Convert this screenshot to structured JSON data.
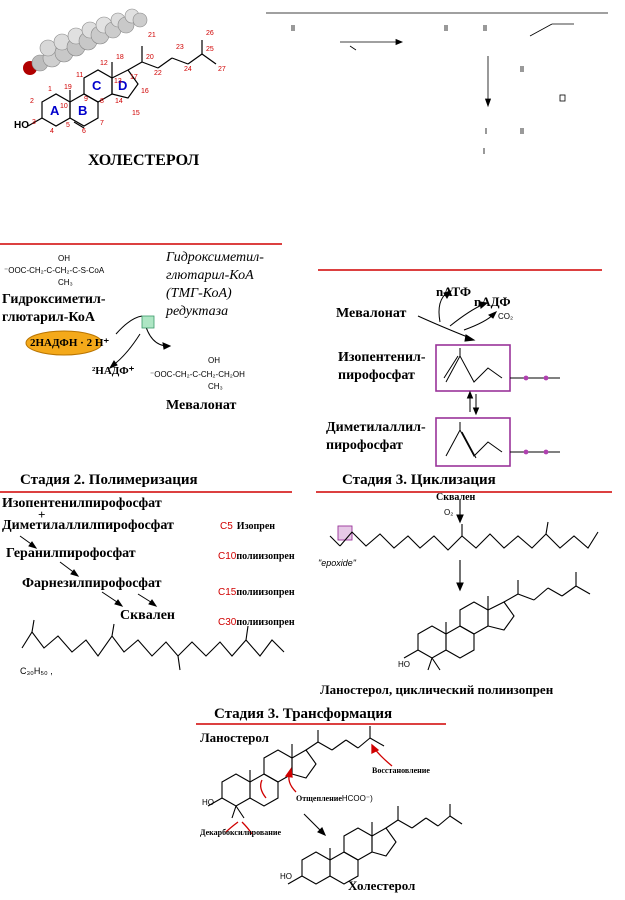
{
  "cholesterol_panel": {
    "name": "ХОЛЕСТЕРОЛ",
    "hydroxyl": "HO",
    "ring_labels": [
      "A",
      "B",
      "C",
      "D"
    ],
    "atom_numbers": [
      "1",
      "2",
      "3",
      "4",
      "5",
      "6",
      "7",
      "8",
      "9",
      "10",
      "11",
      "12",
      "13",
      "14",
      "15",
      "16",
      "17",
      "18",
      "19",
      "20",
      "21",
      "22",
      "23",
      "24",
      "25",
      "26",
      "27"
    ]
  },
  "stage1": {
    "hmg_formula_oh": "OH",
    "hmg_formula": "⁻OOC-CH₂-C-CH₂-C-S-CoA",
    "hmg_formula_ch3": "CH₃",
    "hmg_name_line1": "Гидроксиметил-",
    "hmg_name_line2": "глютарил-КоА",
    "enzyme_line1": "Гидроксиметил-",
    "enzyme_line2": "глютарил-КоА",
    "enzyme_line3": "(ТМГ-КоА)",
    "enzyme_line4": "редуктаза",
    "nadph": "2НАДФН · 2 Н⁺",
    "nadp": "²НАДФ⁺",
    "mev_formula_oh": "OH",
    "mev_formula": "⁻OOC-CH₂-C-CH₂-CH₂OH",
    "mev_formula_ch3": "CH₃",
    "mevalonate": "Мевалонат"
  },
  "stage1b": {
    "mevalonate": "Мевалонат",
    "atp": "nАТФ",
    "adp": "nАДФ",
    "co2": "CO₂",
    "ipp_line1": "Изопентенил-",
    "ipp_line2": "пирофосфат",
    "dmapp_line1": "Диметилаллил-",
    "dmapp_line2": "пирофосфат"
  },
  "stage2": {
    "title": "Стадия 2. Полимеризация",
    "line1": "Изопентенилпирофосфат",
    "plus": "+",
    "line2": "Диметилаллилпирофосфат",
    "geranyl": "Геранилпирофосфат",
    "farnesyl": "Фарнезилпирофосфат",
    "squalene": "Сквален",
    "c5": "C5",
    "c5_text": "Изопрен",
    "c10": "C10",
    "c10_text": "полиизопрен",
    "c15": "C15",
    "c15_text": "полиизопрен",
    "c30": "C30",
    "c30_text": "полиизопрен",
    "formula": "C₃₀H₅₀ ,"
  },
  "stage3_cyc": {
    "title": "Стадия 3. Циклизация",
    "squalene": "Сквален",
    "o2": "O₂",
    "epoxide": "\"epoxide\"",
    "ho": "HO",
    "lanosterol": "Ланостерол, циклический полиизопрен"
  },
  "stage3_trans": {
    "title": "Стадия 3. Трансформация",
    "lanosterol": "Ланостерол",
    "reduction": "Восстановление",
    "cleavage": "Отщепление",
    "hcoo": "HCOO⁻)",
    "decarbox": "Декарбоксилирование",
    "ho1": "HO",
    "ho2": "HO",
    "cholesterol": "Холестерол"
  },
  "colors": {
    "red_rule": "#d00000",
    "purple_box": "#993399",
    "nadph_fill": "#f4a91a",
    "ring_label": "#0000cc",
    "atom_number": "#d00000"
  }
}
